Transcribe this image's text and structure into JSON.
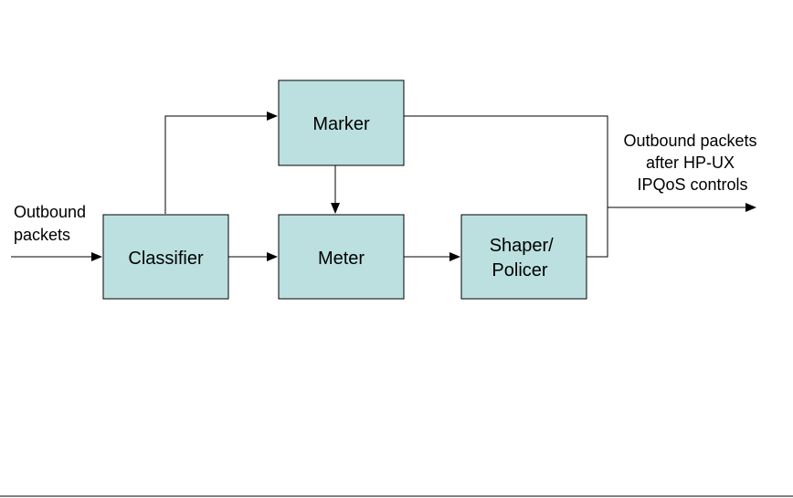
{
  "colors": {
    "box_fill": "#bce0e0",
    "line": "#000000",
    "background": "#ffffff"
  },
  "nodes": {
    "marker": {
      "label": "Marker"
    },
    "classifier": {
      "label": "Classifier"
    },
    "meter": {
      "label": "Meter"
    },
    "shaper": {
      "label_lines": [
        "Shaper/",
        "Policer"
      ]
    }
  },
  "labels": {
    "input_lines": [
      "Outbound",
      "packets"
    ],
    "output_lines": [
      "Outbound packets",
      "after HP-UX",
      "IPQoS controls"
    ]
  }
}
